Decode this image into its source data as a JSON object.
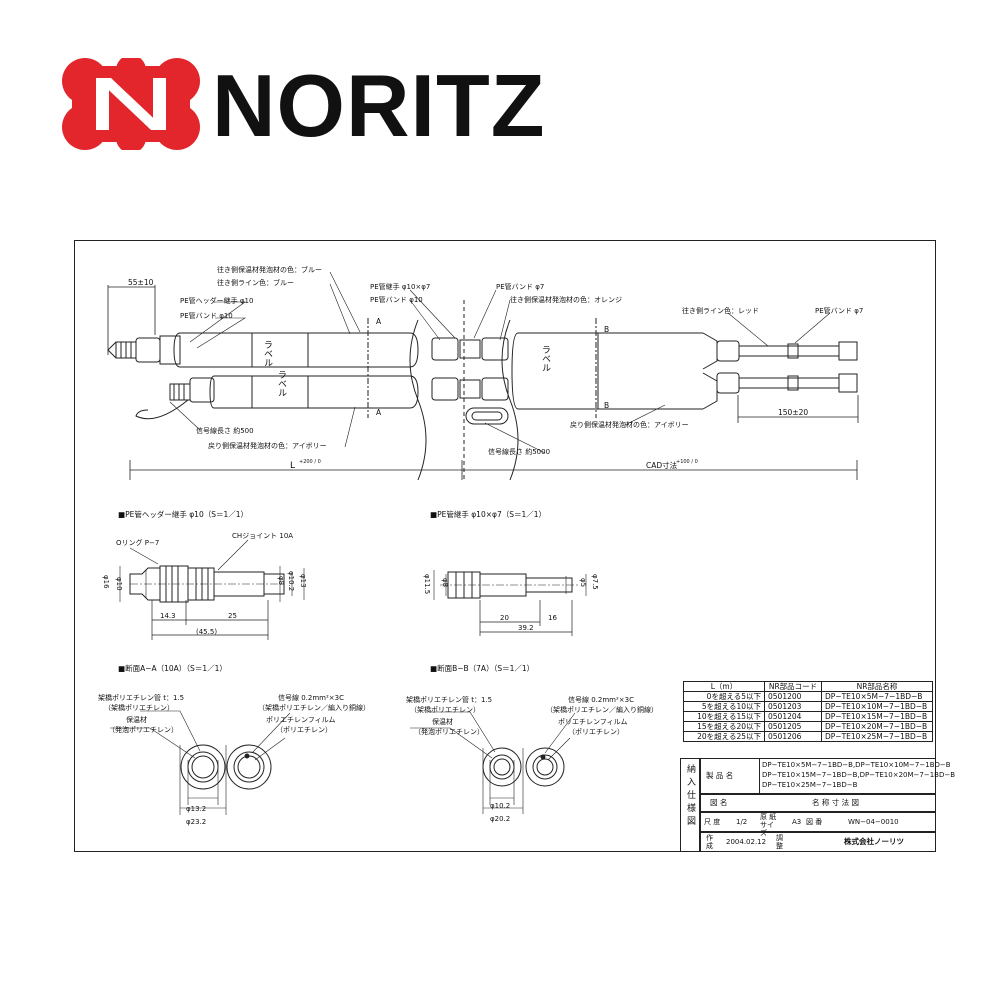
{
  "brand": {
    "name": "NORITZ"
  },
  "colors": {
    "logo_red": "#e3262b",
    "line": "#222222"
  },
  "top_drawing": {
    "dim_55": "55±10",
    "hdr_joint": "PE管ヘッダー継手 φ10",
    "band10": "PE管バンド φ10",
    "out_foam": "往き側保温材発泡材の色：ブルー",
    "out_line": "往き側ライン色：ブルー",
    "joint10x7": "PE管継手 φ10×φ7",
    "band10b": "PE管バンド φ10",
    "band7": "PE管バンド φ7",
    "ret_foam_orange": "往き側保温材発泡材の色：オレンジ",
    "out_red": "往き側ライン色：レッド",
    "band7b": "PE管バンド φ7",
    "sec_a": "A",
    "sec_a2": "A",
    "sec_b": "B",
    "sec_b2": "B",
    "label_word": "ラベル",
    "label_word2": "ラベル",
    "label_word3": "ラベル",
    "dim_150": "150±20",
    "sig500": "信号線長さ 約500",
    "ret_foam_ivory": "戻り側保温材発泡材の色：アイボリー",
    "sig5000": "信号線長さ 約5000",
    "ret_foam_ivory2": "戻り側保温材発泡材の色：アイボリー",
    "L": "L",
    "L_tol": "+200 / 0",
    "cad": "CAD寸法",
    "cad_tol": "+100 / 0"
  },
  "detail1": {
    "title": "■PE管ヘッダー継手 φ10（S＝1／1）",
    "oring": "Oリング P−7",
    "chjoint": "CHジョイント 10A",
    "d16": "φ16",
    "d10": "φ10",
    "d8": "φ8",
    "d10b": "φ10.2",
    "d13": "φ13",
    "l143": "14.3",
    "l25": "25",
    "l455": "(45.5)"
  },
  "detail2": {
    "title": "■PE管継手 φ10×φ7（S＝1／1）",
    "d115": "φ11.5",
    "d8": "φ8",
    "d5": "φ5",
    "d75": "φ7.5",
    "l20": "20",
    "l16": "16",
    "l392": "39.2"
  },
  "sectionA": {
    "title": "■断面A−A（10A）（S＝1／1）",
    "pipe": "架橋ポリエチレン管 t：1.5",
    "pipe2": "（架橋ポリエチレン）",
    "ins": "保温材",
    "ins2": "（発泡ポリエチレン）",
    "sig": "信号線 0.2mm²×3C",
    "sig2": "（架橋ポリエチレン／編入り銅線）",
    "film": "ポリエチレンフィルム",
    "film2": "（ポリエチレン）",
    "d132": "φ13.2",
    "d232": "φ23.2"
  },
  "sectionB": {
    "title": "■断面B−B（7A）（S＝1／1）",
    "pipe": "架橋ポリエチレン管 t：1.5",
    "pipe2": "（架橋ポリエチレン）",
    "ins": "保温材",
    "ins2": "（発泡ポリエチレン）",
    "sig": "信号線 0.2mm²×3C",
    "sig2": "（架橋ポリエチレン／編入り銅線）",
    "film": "ポリエチレンフィルム",
    "film2": "（ポリエチレン）",
    "d102": "φ10.2",
    "d202": "φ20.2"
  },
  "codes_table": {
    "headers": [
      "L（m）",
      "NR部品コード",
      "NR部品名称"
    ],
    "rows": [
      [
        "0を超える5以下",
        "0501200",
        "DP−TE10×5M−7−1BD−B"
      ],
      [
        "5を超える10以下",
        "0501203",
        "DP−TE10×10M−7−1BD−B"
      ],
      [
        "10を超える15以下",
        "0501204",
        "DP−TE10×15M−7−1BD−B"
      ],
      [
        "15を超える20以下",
        "0501205",
        "DP−TE10×20M−7−1BD−B"
      ],
      [
        "20を超える25以下",
        "0501206",
        "DP−TE10×25M−7−1BD−B"
      ]
    ]
  },
  "title_block": {
    "side": "納入仕様図",
    "product_label": "製 品 名",
    "product_1": "DP−TE10×5M−7−1BD−B,DP−TE10×10M−7−1BD−B",
    "product_2": "DP−TE10×15M−7−1BD−B,DP−TE10×20M−7−1BD−B",
    "product_3": "DP−TE10×25M−7−1BD−B",
    "drawing_label": "図 名",
    "drawing_name": "名 称 寸 法 図",
    "scale_label": "尺 度",
    "scale": "1/2",
    "paper_label": "原 紙 サイズ",
    "paper": "A3",
    "dwgno_label": "図 番",
    "dwgno": "WN−04−0010",
    "made_label": "作 成",
    "date": "2004.02.12",
    "check_label": "調 整",
    "company": "株式会社ノーリツ"
  }
}
